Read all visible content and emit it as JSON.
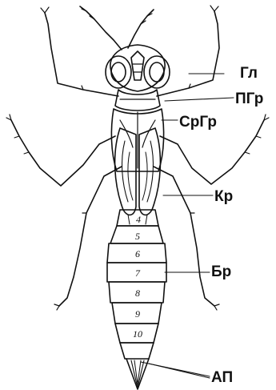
{
  "labels": {
    "gl": "Гл",
    "pgr": "ПГр",
    "srgr": "СрГр",
    "kr": "Кр",
    "br": "Бр",
    "ap": "АП"
  },
  "segments": [
    "4",
    "5",
    "6",
    "7",
    "8",
    "9",
    "10"
  ],
  "colors": {
    "ink": "#111111",
    "paper": "#ffffff"
  }
}
